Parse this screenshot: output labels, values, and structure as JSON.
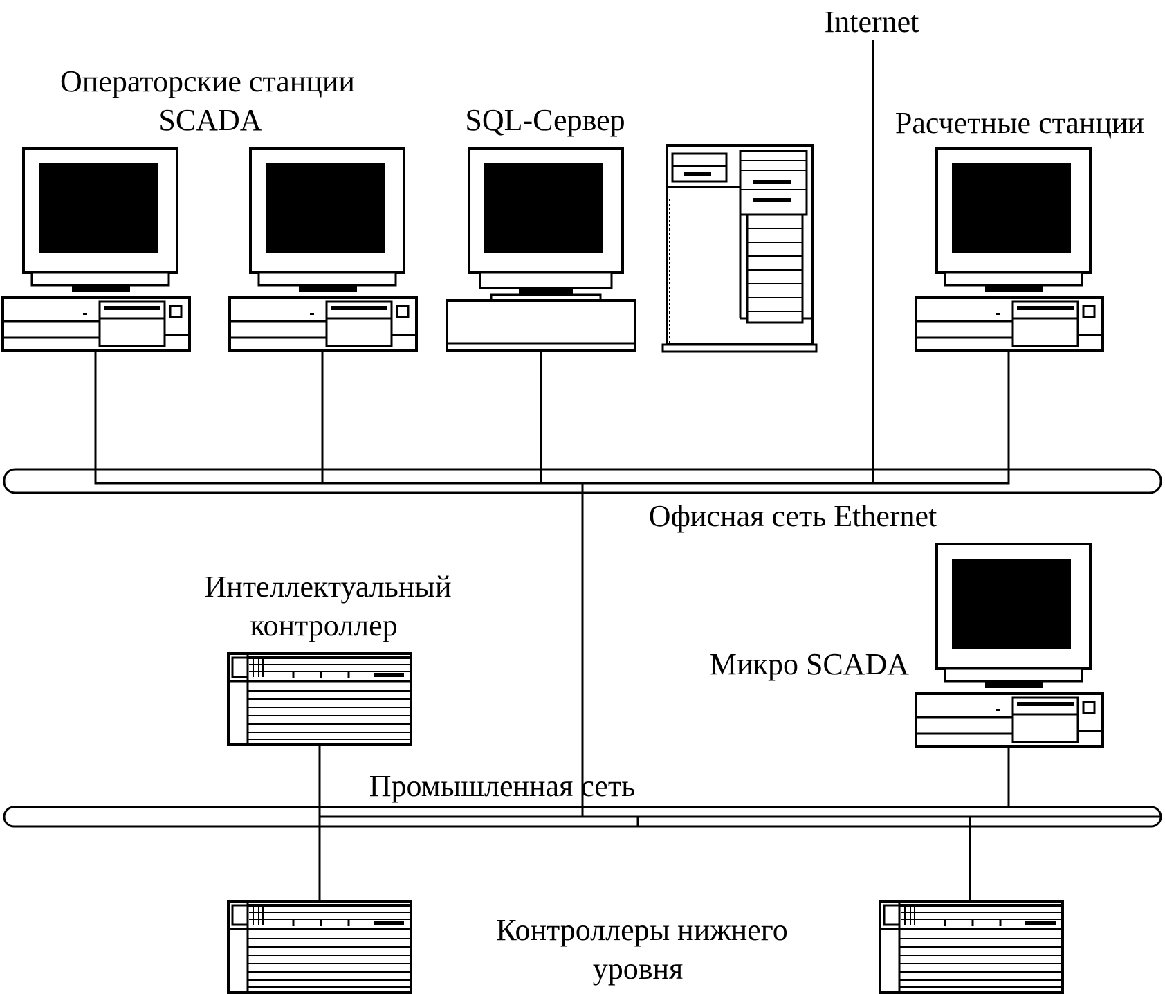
{
  "labels": {
    "operator_line1": "Операторские станции",
    "operator_line2": "SCADA",
    "sql_server": "SQL-Сервер",
    "internet": "Internet",
    "calc_stations": "Расчетные станции",
    "office_network": "Офисная сеть Ethernet",
    "smart_ctrl_line1": "Интеллектуальный",
    "smart_ctrl_line2": "контроллер",
    "micro_scada": "Микро SCADA",
    "industrial_network": "Промышленная сеть",
    "lower_ctrl_line1": "Контроллеры нижнего",
    "lower_ctrl_line2": "уровня"
  }
}
